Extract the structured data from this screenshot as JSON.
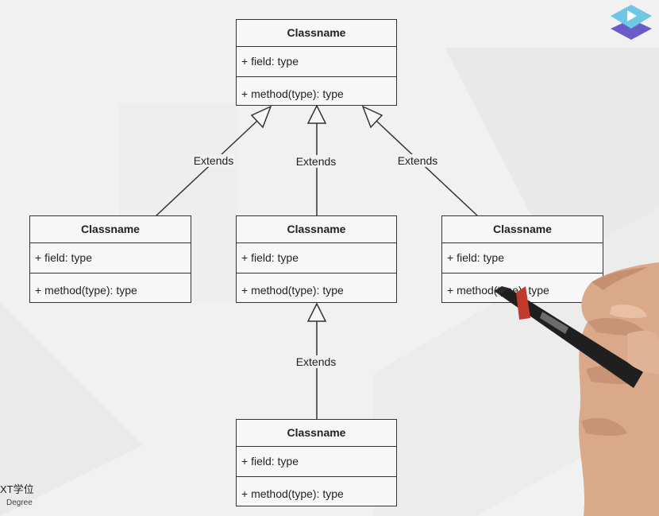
{
  "classes": [
    {
      "name": "Classname",
      "field": "+ field: type",
      "method": "+ method(type): type"
    },
    {
      "name": "Classname",
      "field": "+ field: type",
      "method": "+ method(type): type"
    },
    {
      "name": "Classname",
      "field": "+ field: type",
      "method": "+ method(type): type"
    },
    {
      "name": "Classname",
      "field": "+ field: type",
      "method": "+ method(type): type"
    },
    {
      "name": "Classname",
      "field": "+ field: type",
      "method": "+ method(type): type"
    }
  ],
  "relations": [
    {
      "label": "Extends"
    },
    {
      "label": "Extends"
    },
    {
      "label": "Extends"
    },
    {
      "label": "Extends"
    }
  ],
  "watermark": {
    "line1": "XT学位",
    "line2": "Degree"
  },
  "colors": {
    "background": "#f1f1f1",
    "box_fill": "#f7f7f7",
    "stroke": "#333333",
    "logo_top": "#6fc7e6",
    "logo_bottom": "#6a5cc8"
  }
}
